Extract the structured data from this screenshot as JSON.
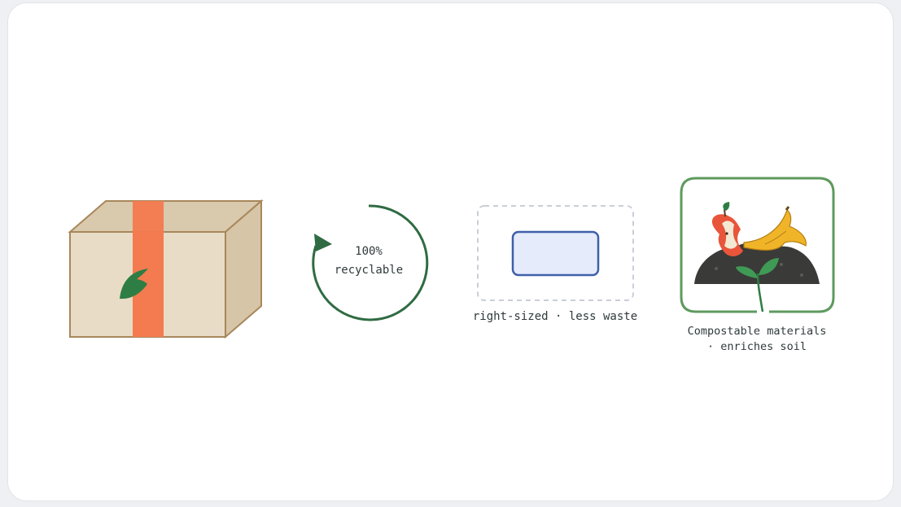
{
  "recycle": {
    "percent": "100%",
    "label": "recyclable"
  },
  "packaging": {
    "caption": "right-sized · less waste"
  },
  "compost": {
    "caption_line1": "Compostable materials",
    "caption_line2": "· enriches soil"
  },
  "icons": [
    "box-icon",
    "leaf-icon",
    "recycle-arrow-icon",
    "package-outline-icon",
    "compost-icon",
    "apple-core-icon",
    "banana-peel-icon",
    "sprout-icon"
  ],
  "colors": {
    "box_front": "#e8dcc7",
    "box_top": "#d9c9ad",
    "box_side": "#d6c5a7",
    "box_edge": "#a8875a",
    "tape": "#f47a4f",
    "leaf": "#2e7d44",
    "ring": "#2f6b42",
    "outline": "#c9ced8",
    "inner_fill": "#e5ebfb",
    "inner_stroke": "#3f5fa8",
    "compost_frame": "#5e9a5e",
    "soil": "#3a3a38",
    "banana": "#f0b429",
    "apple": "#e8553a"
  }
}
